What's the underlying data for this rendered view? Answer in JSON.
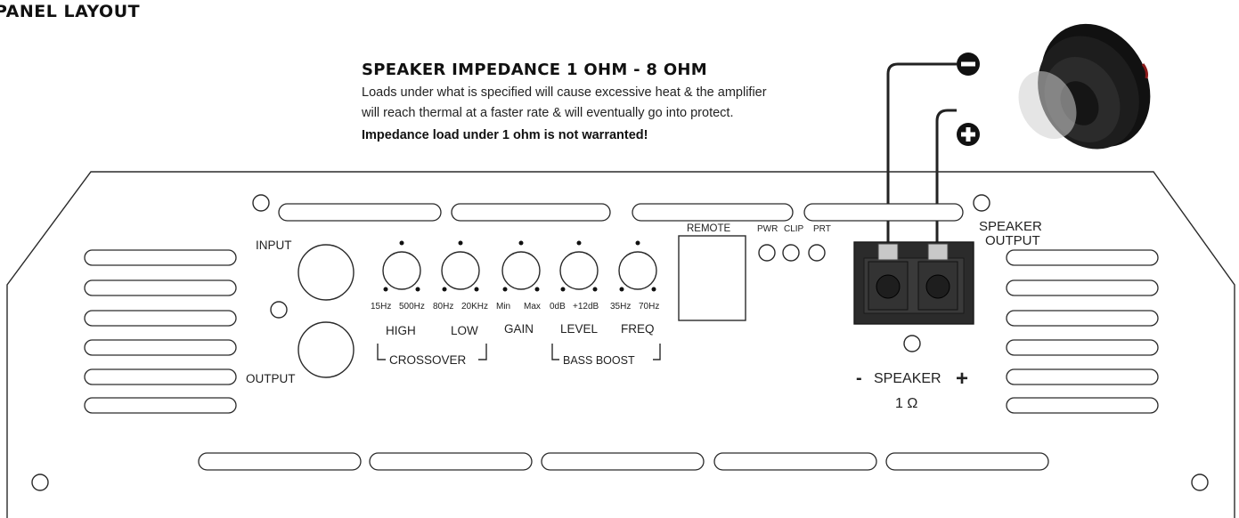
{
  "title": "PANEL LAYOUT",
  "impedance": {
    "heading": "SPEAKER IMPEDANCE 1 OHM - 8 OHM",
    "line1": "Loads under what is specified will cause excessive heat & the amplifier",
    "line2": "will reach thermal at a faster rate & will eventually go into protect.",
    "warning": "Impedance load under 1 ohm is not warranted!"
  },
  "panel": {
    "input_label": "INPUT",
    "output_label": "OUTPUT",
    "knob_ranges": [
      "15Hz",
      "500Hz",
      "80Hz",
      "20KHz",
      "Min",
      "Max",
      "0dB",
      "+12dB",
      "35Hz",
      "70Hz"
    ],
    "knob_names": [
      "HIGH",
      "LOW",
      "GAIN",
      "LEVEL",
      "FREQ"
    ],
    "crossover_label": "CROSSOVER",
    "bass_boost_label": "BASS BOOST",
    "remote_label": "REMOTE",
    "leds": [
      "PWR",
      "CLIP",
      "PRT"
    ],
    "speaker_output_line1": "SPEAKER",
    "speaker_output_line2": "OUTPUT",
    "speaker_minus": "-",
    "speaker_text": "SPEAKER",
    "speaker_plus": "+",
    "impedance_mark": "1 Ω"
  },
  "colors": {
    "terminal_body": "#2b2b2b",
    "terminal_screw": "#1e1e1e",
    "terminal_clip": "#c8c8c8",
    "subwoofer": "#1c1c1c",
    "subwoofer_logo": "#8a1a1a"
  },
  "icons": [
    "minus-circle-icon",
    "plus-circle-icon",
    "subwoofer-icon"
  ]
}
